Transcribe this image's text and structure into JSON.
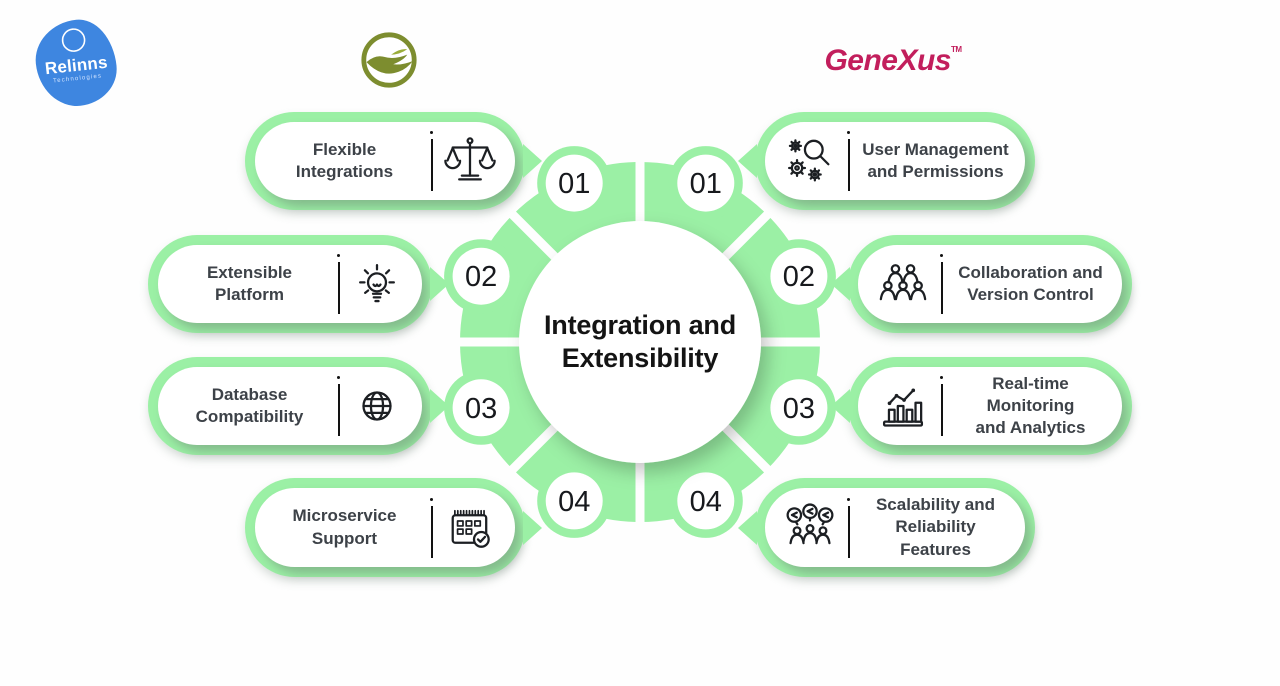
{
  "page": {
    "background": "#fefefe",
    "accent_green": "#9bf0a5"
  },
  "header": {
    "relinns": {
      "brand": "Relinns",
      "sub": "Technologies",
      "color": "#3e86e0"
    },
    "center_logo": {
      "name": "green-circle-logo",
      "color": "#7d8d2f"
    },
    "genexus": {
      "text": "GeneXus",
      "tm": "TM",
      "color": "#c21e5c"
    }
  },
  "diagram": {
    "center_title_line1": "Integration and",
    "center_title_line2": "Extensibility",
    "ring_color": "#9bf0a5",
    "left_items": [
      {
        "number": "01",
        "label_line1": "Flexible",
        "label_line2": "Integrations",
        "icon": "balance-scale-icon"
      },
      {
        "number": "02",
        "label_line1": "Extensible",
        "label_line2": "Platform",
        "icon": "lightbulb-icon"
      },
      {
        "number": "03",
        "label_line1": "Database",
        "label_line2": "Compatibility",
        "icon": "globe-icon"
      },
      {
        "number": "04",
        "label_line1": "Microservice",
        "label_line2": "Support",
        "icon": "calendar-check-icon"
      }
    ],
    "right_items": [
      {
        "number": "01",
        "label_line1": "User Management",
        "label_line2": "and Permissions",
        "icon": "gears-magnifier-icon"
      },
      {
        "number": "02",
        "label_line1": "Collaboration and",
        "label_line2": "Version Control",
        "icon": "people-group-icon"
      },
      {
        "number": "03",
        "label_line1": "Real-time Monitoring",
        "label_line2": "and Analytics",
        "icon": "bar-chart-icon"
      },
      {
        "number": "04",
        "label_line1": "Scalability and",
        "label_line2": "Reliability Features",
        "icon": "share-people-icon"
      }
    ]
  }
}
